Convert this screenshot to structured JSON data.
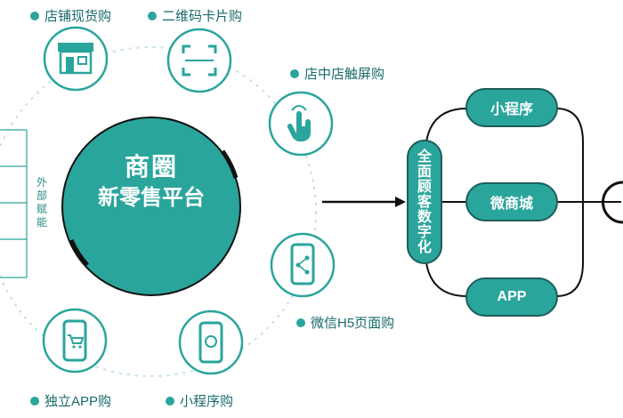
{
  "center": {
    "line1": "商圈",
    "line2": "新零售平台"
  },
  "side_text": "外部赋能",
  "channels": [
    {
      "label": "店铺现货购",
      "icon": "storefront-icon"
    },
    {
      "label": "二维码卡片购",
      "icon": "qr-scan-frame-icon"
    },
    {
      "label": "店中店触屏购",
      "icon": "touch-hand-icon"
    },
    {
      "label": "微信H5页面购",
      "icon": "phone-share-icon"
    },
    {
      "label": "小程序购",
      "icon": "phone-miniprogram-icon"
    },
    {
      "label": "独立APP购",
      "icon": "phone-cart-icon"
    }
  ],
  "hub": {
    "text": "全面顾客数字化"
  },
  "outputs": [
    "小程序",
    "微商城",
    "APP"
  ],
  "colors": {
    "teal": "#2aa59c",
    "dark": "#1d5e5b",
    "arrow": "#111111"
  }
}
